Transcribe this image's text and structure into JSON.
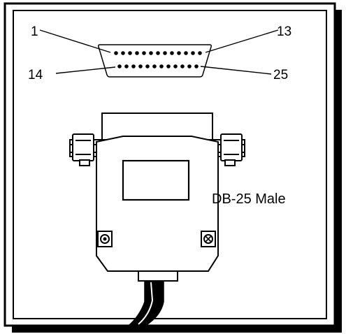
{
  "diagram": {
    "pin_labels": {
      "top_left": "1",
      "top_right": "13",
      "bottom_left": "14",
      "bottom_right": "25"
    },
    "connector_label": "DB-25 Male",
    "pins": {
      "top_row": 13,
      "bottom_row": 12
    },
    "colors": {
      "ink": "#000000",
      "background": "#ffffff",
      "shadow": "#000000"
    }
  }
}
